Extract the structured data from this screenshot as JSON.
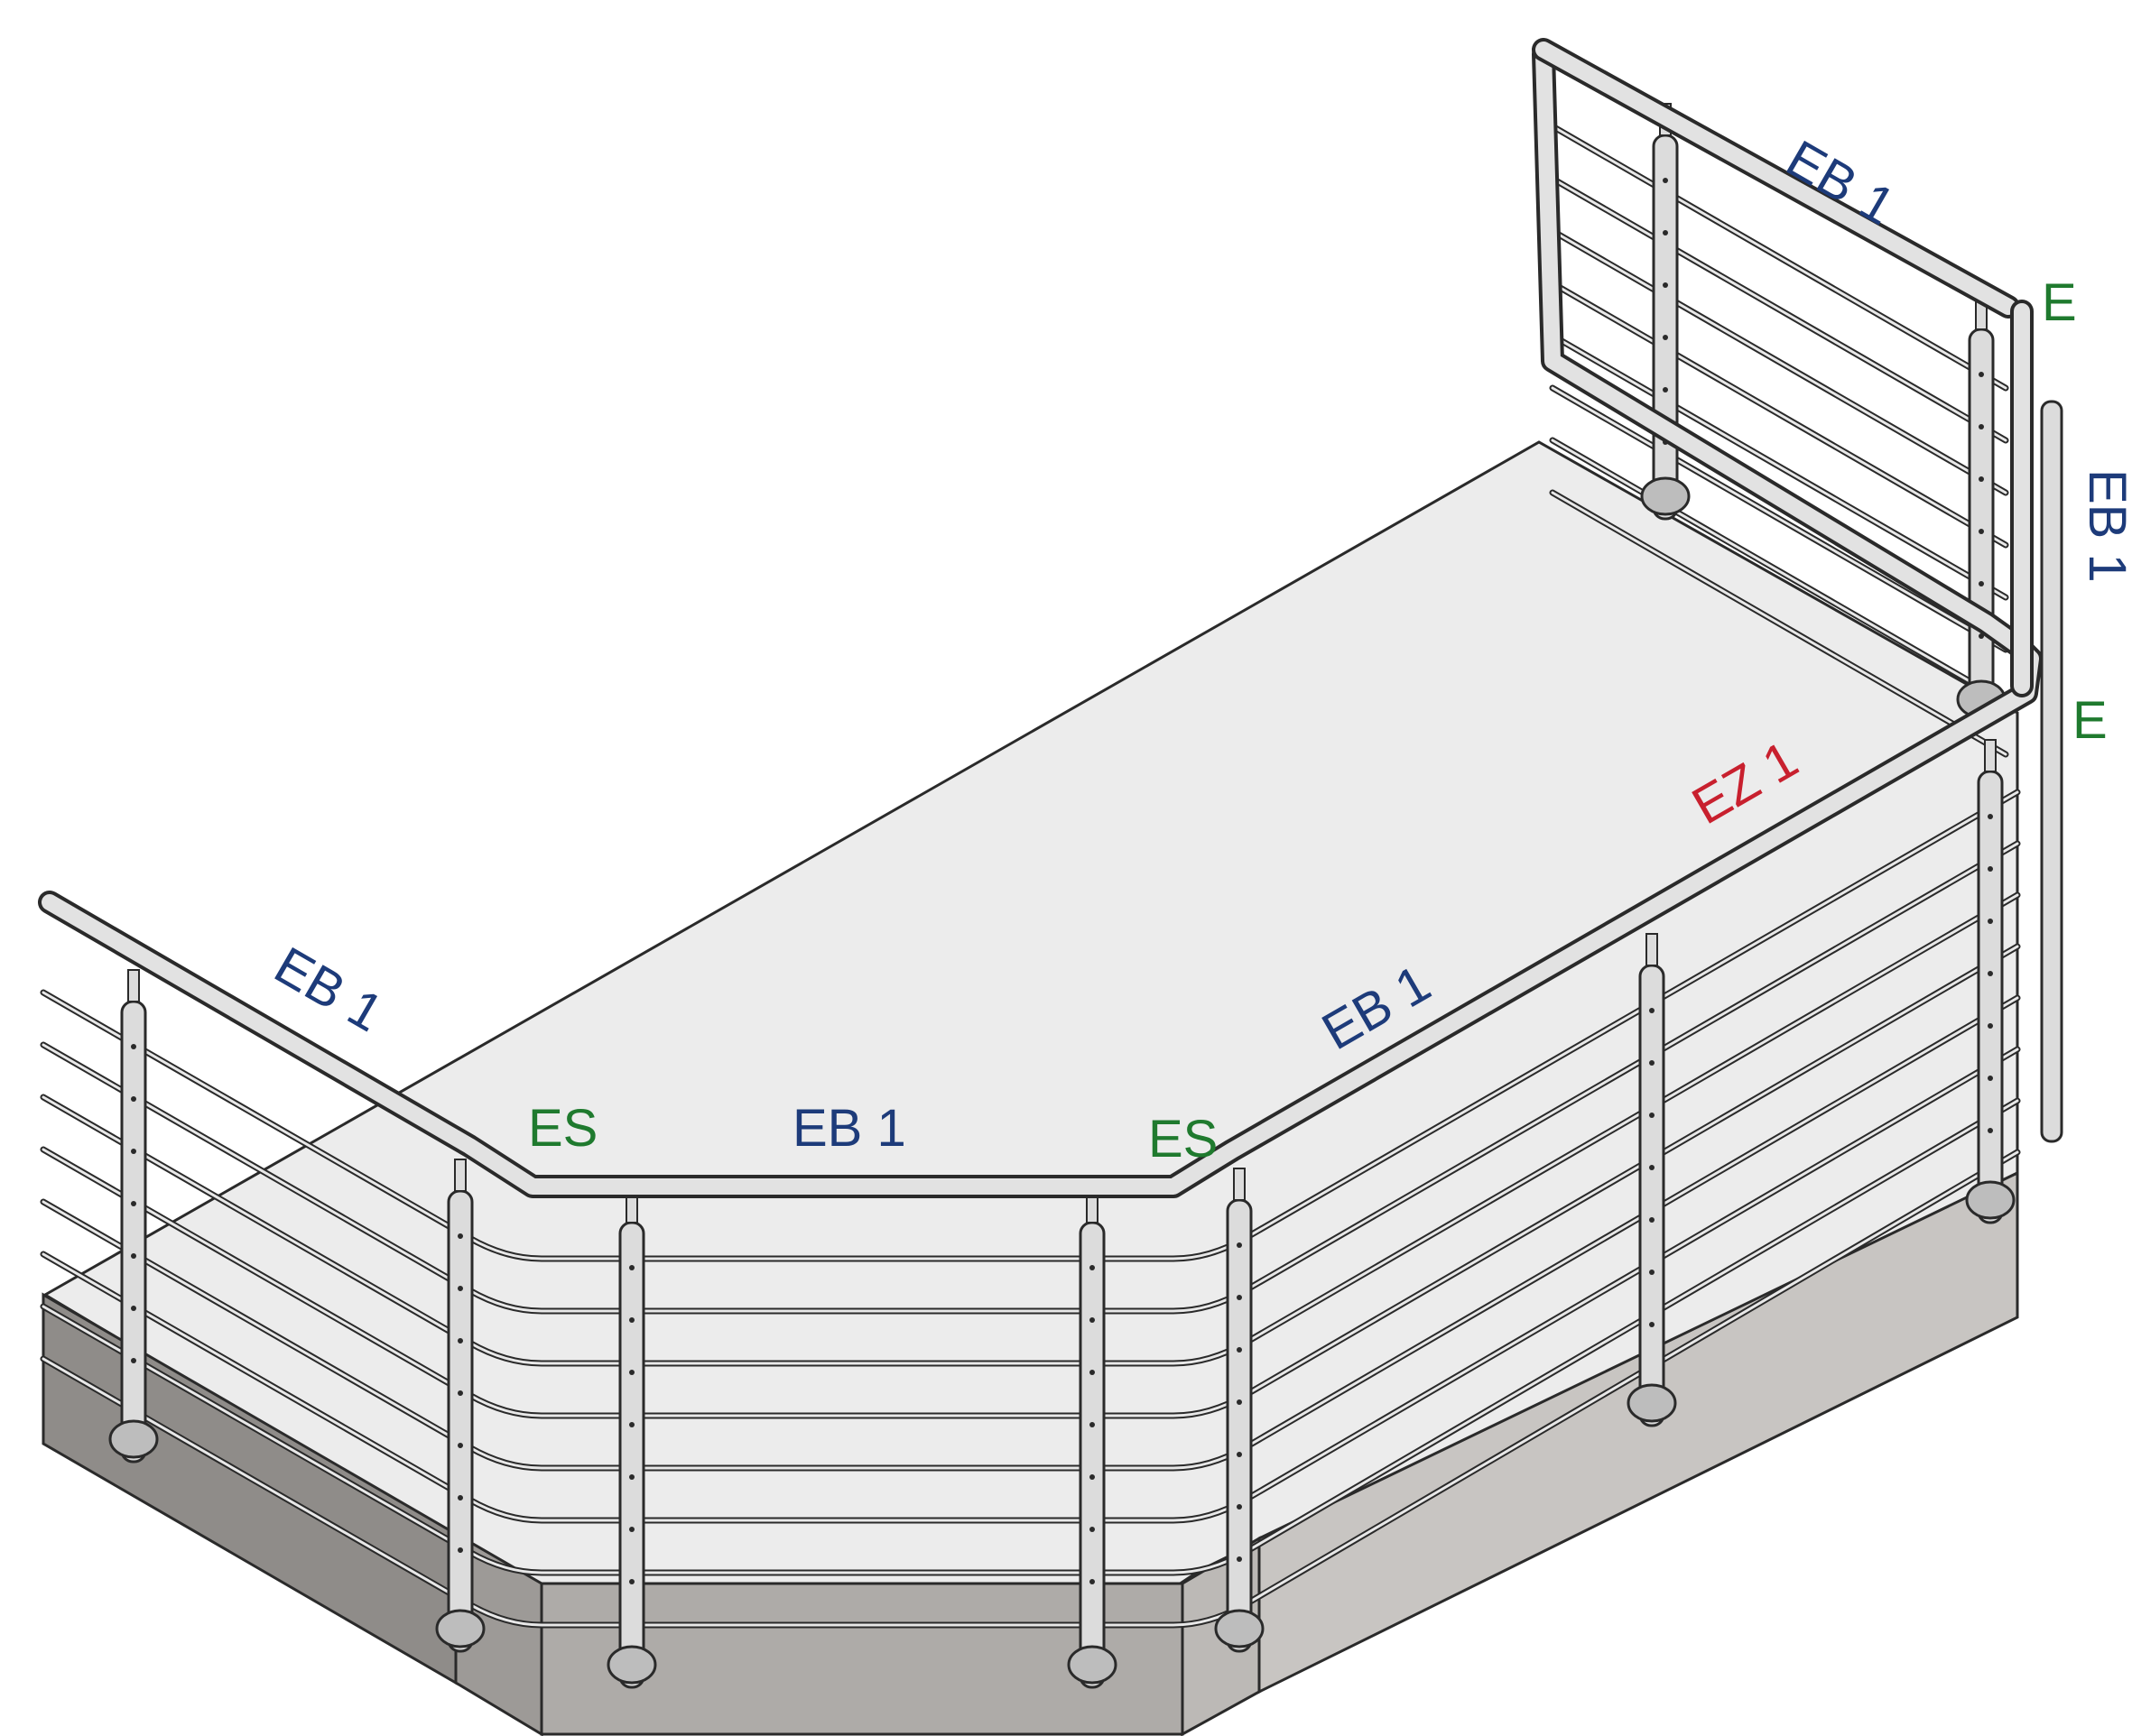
{
  "diagram": {
    "labels": [
      {
        "id": "eb1-top",
        "text": "EB 1",
        "color": "blue"
      },
      {
        "id": "e-upper",
        "text": "E",
        "color": "green"
      },
      {
        "id": "eb1-vertical",
        "text": "EB 1",
        "color": "blue"
      },
      {
        "id": "e-lower",
        "text": "E",
        "color": "green"
      },
      {
        "id": "ez1",
        "text": "EZ 1",
        "color": "red"
      },
      {
        "id": "eb1-right",
        "text": "EB 1",
        "color": "blue"
      },
      {
        "id": "es-right",
        "text": "ES",
        "color": "green"
      },
      {
        "id": "eb1-middle",
        "text": "EB 1",
        "color": "blue"
      },
      {
        "id": "es-left",
        "text": "ES",
        "color": "green"
      },
      {
        "id": "eb1-left",
        "text": "EB 1",
        "color": "blue"
      }
    ]
  },
  "colors": {
    "blue": "#1d3b7a",
    "green": "#1f7a2e",
    "red": "#c8202e",
    "slab_top": "#ececec",
    "slab_side_dark": "#8f8c89",
    "slab_side_mid": "#aeaba8",
    "slab_side_light": "#c8c5c2",
    "metal": "#dcdcdc",
    "outline": "#2a2a2a"
  }
}
